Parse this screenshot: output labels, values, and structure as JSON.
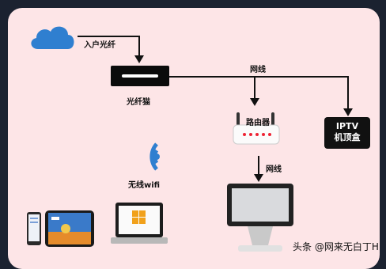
{
  "labels": {
    "fiber_in": "入户光纤",
    "modem": "光纤猫",
    "cable_top": "网线",
    "router": "路由器",
    "cable_down": "网线",
    "iptv_line1": "IPTV",
    "iptv_line2": "机顶盒",
    "wireless": "无线wifi"
  },
  "watermark": "头条 @网来无白丁H",
  "colors": {
    "panel": "#fde5e7",
    "background": "#1b2230",
    "line": "#111111",
    "cloud": "#2f7fd0",
    "wifi": "#2f7fd0"
  },
  "icons": [
    "cloud-icon",
    "fiber-modem-icon",
    "router-icon",
    "iptv-box-icon",
    "wifi-icon",
    "phone-icon",
    "tablet-icon",
    "laptop-icon",
    "monitor-icon"
  ]
}
